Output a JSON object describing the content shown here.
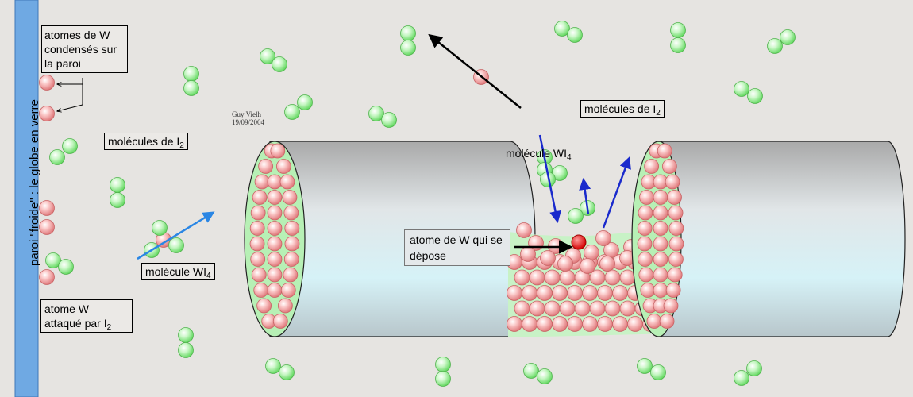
{
  "wall_label": "paroi \"froide\" : le globe en verre",
  "labels": {
    "condensed_atoms": "atomes de W condensés sur la paroi",
    "iodine_left": "molécules de I",
    "iodine_right": "molécules de I",
    "wi4_left": "molécule WI",
    "wi4_center": "molécule WI",
    "attacked_atom": "atome W attaqué par I",
    "depositing_atom": "atome de W qui se dépose",
    "iodine_subscript": "2",
    "wi4_subscript": "4"
  },
  "author": {
    "name": "Guy Vielh",
    "date": "19/09/2004"
  },
  "colors": {
    "wall": "#6fa9e3",
    "background": "#e6e4e1",
    "tungsten_atom": "#f4a9aa",
    "iodine_atom": "#b7f0b5",
    "depositing_atom": "#e81515",
    "filament": "#c9d6dc",
    "arrow_blue": "#1a2acc",
    "arrow_light_blue": "#2a86e4"
  }
}
